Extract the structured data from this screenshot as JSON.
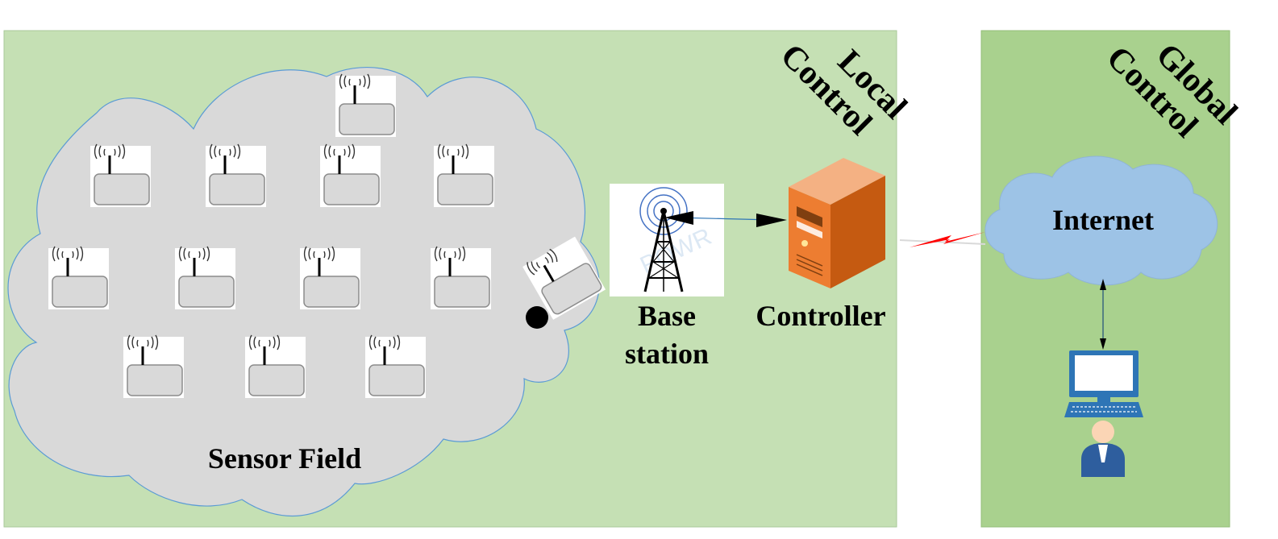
{
  "labels": {
    "sensor_field": "Sensor Field",
    "base_station_line1": "Base",
    "base_station_line2": "station",
    "controller": "Controller",
    "internet": "Internet",
    "local_control_line1": "Local",
    "local_control_line2": "Control",
    "global_control_line1": "Global",
    "global_control_line2": "Control"
  },
  "colors": {
    "local_panel": "#c5e0b4",
    "global_panel": "#a9d18e",
    "sensor_cloud": "#d9d9d9",
    "internet_cloud": "#9dc3e6",
    "server": "#e97a2e",
    "lightning": "#ff0000"
  },
  "icons": {
    "sensor_node": "sensor-node-icon",
    "tower": "radio-tower-icon",
    "server": "server-tower-icon",
    "computer": "desktop-computer-icon",
    "user": "user-icon"
  }
}
